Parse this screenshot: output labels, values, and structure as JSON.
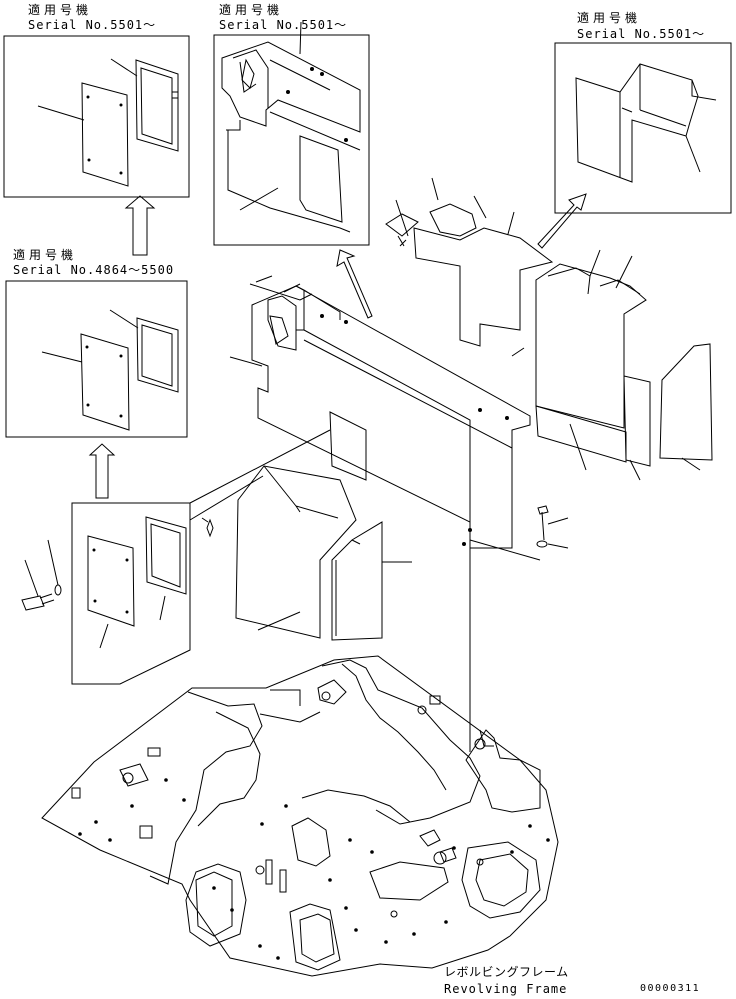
{
  "labels": {
    "panel_top_left_applicability": "適用号機",
    "panel_top_left_serial": "Serial No.5501～",
    "panel_top_center_applicability": "適用号機",
    "panel_top_center_serial": "Serial No.5501～",
    "panel_top_right_applicability": "適用号機",
    "panel_top_right_serial": "Serial No.5501～",
    "panel_mid_left_applicability": "適用号機",
    "panel_mid_left_serial": "Serial No.4864～5500",
    "frame_caption_jp": "レボルビングフレーム",
    "frame_caption_en": "Revolving Frame",
    "drawing_number": "00000311"
  }
}
